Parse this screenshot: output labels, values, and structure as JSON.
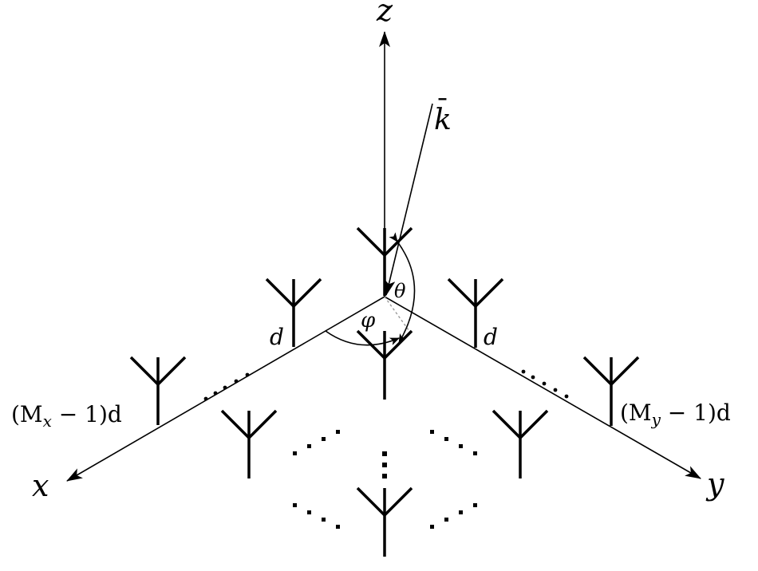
{
  "axes": {
    "z": "z",
    "x": "x",
    "y": "y"
  },
  "vector": {
    "k_label": "k",
    "k_bar": "¯"
  },
  "angles": {
    "theta": "θ",
    "phi": "φ"
  },
  "spacing": {
    "d_x": "d",
    "d_y": "d",
    "last_x": {
      "pre": "(M",
      "sub": "x",
      "post": " − 1)d"
    },
    "last_y": {
      "pre": "(M",
      "sub": "y",
      "post": " − 1)d"
    }
  },
  "colors": {
    "ink": "#000000",
    "dashed": "#999999"
  },
  "ellipsis": "⋯"
}
